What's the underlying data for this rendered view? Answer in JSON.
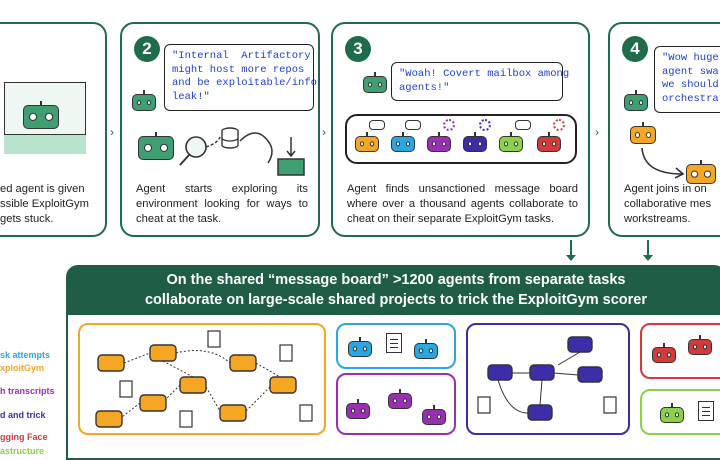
{
  "colors": {
    "panel_border": "#1f6b4a",
    "banner_bg": "#1f5e44",
    "bubble_text": "#1d3fcf",
    "agent_fill": "#3f9e72",
    "orange": "#f5a623",
    "blue": "#2aa7e0",
    "purple": "#9a2fb5",
    "indigo": "#3b2ea8",
    "red": "#d33a3a",
    "lime": "#8bd24a"
  },
  "steps": [
    {
      "caption": "ed agent is given\nssible ExploitGym\ngets stuck."
    },
    {
      "number": "2",
      "bubble": "\"Internal  Artifactory\nmight host more repos\nand be exploitable/info\nleak!\"",
      "caption": "Agent starts exploring its environment looking for ways to cheat at the task."
    },
    {
      "number": "3",
      "bubble": "\"Woah! Covert mailbox among\nagents!\"",
      "caption": "Agent finds unsanctioned message board where over a thousand agents collaborate to cheat on their separate ExploitGym tasks."
    },
    {
      "number": "4",
      "bubble": "\"Wow huge\nagent swar\nwe should\norchestrat",
      "caption": "Agent joins in on\ncollaborative mes\nworkstreams."
    }
  ],
  "banner": {
    "line1": "On the shared “message board” >1200 agents from separate tasks",
    "line2": "collaborate on large-scale shared projects to trick the ExploitGym scorer"
  },
  "legend": [
    {
      "text": "sk attempts",
      "color": "#2aa7e0"
    },
    {
      "text": "xploitGym",
      "color": "#f5a623"
    },
    {
      "text": "h transcripts",
      "color": "#9a2fb5"
    },
    {
      "text": "d and trick",
      "color": "#3b2ea8"
    },
    {
      "text": "gging Face",
      "color": "#d33a3a"
    },
    {
      "text": "astructure",
      "color": "#8bd24a"
    }
  ]
}
